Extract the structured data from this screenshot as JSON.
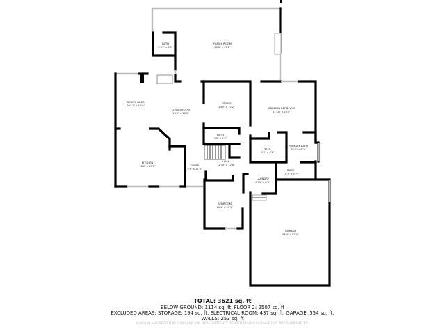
{
  "rooms": {
    "family_room": {
      "name": "FAMILY ROOM",
      "dims": "20'8\" x 20'2\""
    },
    "bath_upper": {
      "name": "BATH",
      "dims": "5'11\" x 6'0\""
    },
    "dining_area": {
      "name": "DINING AREA",
      "dims": "10'11\" x 10'4\""
    },
    "living_room": {
      "name": "LIVING ROOM",
      "dims": "13'6\" x 18'3\""
    },
    "office": {
      "name": "OFFICE",
      "dims": "13'0\" x 12'2\""
    },
    "primary_bedroom": {
      "name": "PRIMARY BEDROOM",
      "dims": "17'10\" x 16'0\""
    },
    "bath_mid": {
      "name": "BATH",
      "dims": "9'6\" x 5'0\""
    },
    "wic": {
      "name": "W.I.C",
      "dims": "9'9\" x 6'2\""
    },
    "primary_bath": {
      "name": "PRIMARY BATH",
      "dims": "8'10\" x 6'2\""
    },
    "kitchen": {
      "name": "KITCHEN",
      "dims": "18'0\" x 15'7\""
    },
    "foyer": {
      "name": "FOYER",
      "dims": "5'6\" x 11'3\""
    },
    "hall": {
      "name": "HALL",
      "dims": "12'10\" x 12'6\""
    },
    "bath_lower": {
      "name": "BATH",
      "dims": "10'7\" x 6'2\""
    },
    "laundry": {
      "name": "LAUNDRY",
      "dims": "6'11\" x 8'3\""
    },
    "bedroom": {
      "name": "BEDROOM",
      "dims": "10'4\" x 15'3\""
    },
    "garage": {
      "name": "GARAGE",
      "dims": "21'6\" x 27'4\""
    }
  },
  "summary": {
    "total": "TOTAL: 3621 sq. ft",
    "below_ground": "BELOW GROUND: 1114 sq. ft, FLOOR 2: 2507 sq. ft",
    "excluded": "EXCLUDED AREAS: STORAGE: 194 sq. ft, ELECTRICAL ROOM: 437 sq. ft, GARAGE: 554 sq. ft,",
    "walls": "WALLS: 253 sq. ft",
    "disclaimer": "FLOOR PLAN CREATED BY CUBICASA APP. MEASUREMENTS DEEMED HIGHLY RELIABLE BUT NOT GUARANTEED."
  }
}
